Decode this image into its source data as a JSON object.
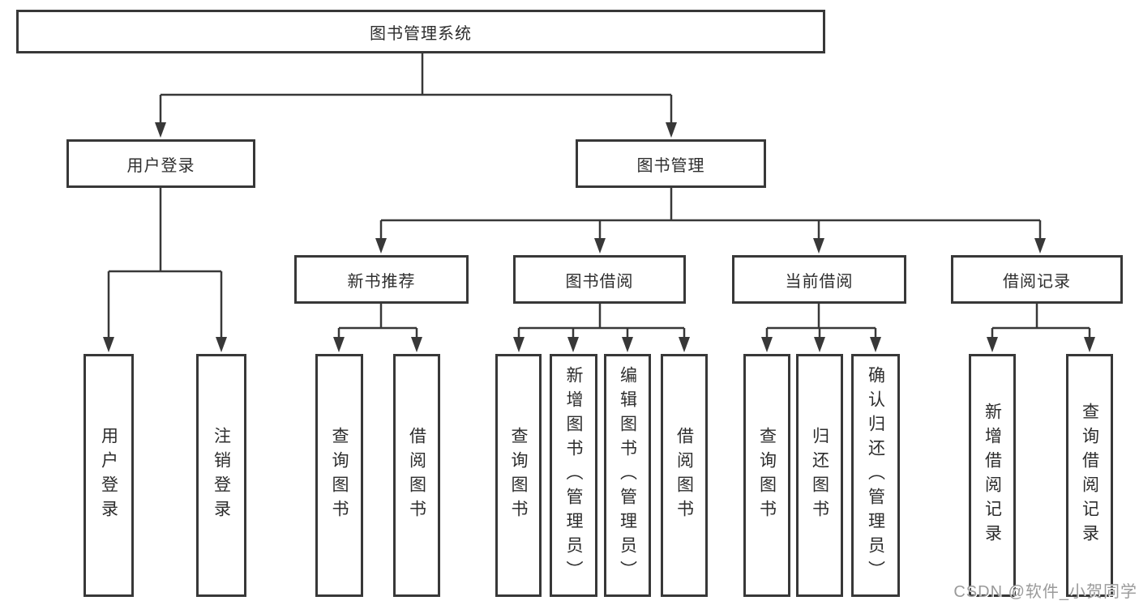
{
  "diagram": {
    "root": "图书管理系统",
    "branches": {
      "user_login": {
        "label": "用户登录",
        "children": {
          "login": "用户登录",
          "logout": "注销登录"
        }
      },
      "book_mgmt": {
        "label": "图书管理",
        "children": {
          "new_books": {
            "label": "新书推荐",
            "children": {
              "query": "查询图书",
              "borrow": "借阅图书"
            }
          },
          "book_borrow": {
            "label": "图书借阅",
            "children": {
              "query": "查询图书",
              "add": "新增图书（管理员）",
              "edit": "编辑图书（管理员）",
              "borrow": "借阅图书"
            }
          },
          "current_borrow": {
            "label": "当前借阅",
            "children": {
              "query": "查询图书",
              "return": "归还图书",
              "confirm": "确认归还（管理员）"
            }
          },
          "borrow_records": {
            "label": "借阅记录",
            "children": {
              "add": "新增借阅记录",
              "query": "查询借阅记录"
            }
          }
        }
      }
    }
  },
  "watermark": "CSDN @软件_小贺同学",
  "colors": {
    "line": "#383838",
    "text": "#2d2d2d",
    "watermark": "#9a9a9a",
    "background": "#ffffff"
  }
}
